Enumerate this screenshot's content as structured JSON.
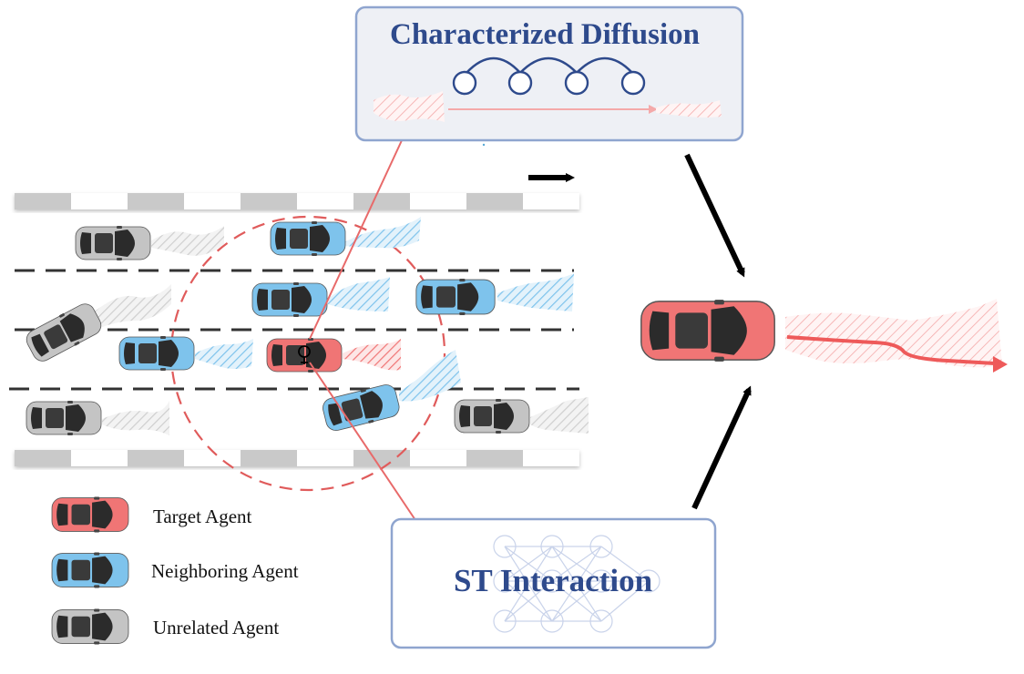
{
  "modules": {
    "diffusion": {
      "title": "Characterized Diffusion"
    },
    "interaction": {
      "title": "ST Interaction"
    }
  },
  "legend": [
    {
      "key": "target",
      "label": "Target Agent",
      "color": "#f07575"
    },
    {
      "key": "neighbor",
      "label": "Neighboring Agent",
      "color": "#7ec3ec"
    },
    {
      "key": "unrelated",
      "label": "Unrelated Agent",
      "color": "#c4c4c4"
    }
  ],
  "colors": {
    "target": "#f07575",
    "neighbor": "#7ec3ec",
    "unrelated": "#c4c4c4",
    "module_title": "#2e4a8c",
    "box_border": "#8fa5cf",
    "box_fill": "#eef0f5"
  }
}
